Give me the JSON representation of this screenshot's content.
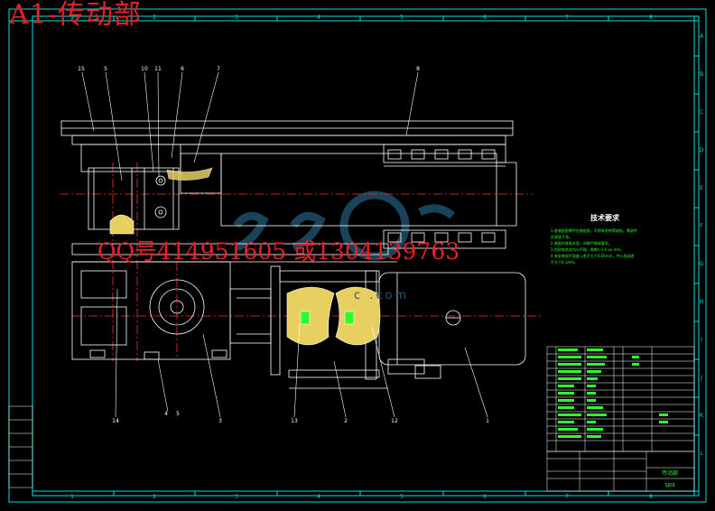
{
  "title": "A1-传动部",
  "watermark_contact": "QQ号414951605 或1304139763",
  "watermark_url": "c .com",
  "tech_requirements": {
    "heading": "技术要求",
    "lines": [
      "1.各装配图零件在装配前，不得有毛刺等缺陷。零部件",
      "应清洗干净。",
      "2.装配时各配合面，间隙严格按要求。",
      "3.齿轮啮合应均匀平稳，侧隙小于0.xx mm。",
      "4.各安装面平面度公差不大于0.05mm，中心线误差",
      "不大于0.1mm。"
    ]
  },
  "colors": {
    "background": "#000000",
    "lines": "#ffffff",
    "frame": "#00e0e0",
    "centerline": "#ff3030",
    "text_green": "#2dff2d",
    "highlight": "#e8d060",
    "watermark_red": "#e8202a"
  },
  "grid_top": [
    "1",
    "2",
    "3",
    "4",
    "5",
    "6",
    "7",
    "8"
  ],
  "grid_side": [
    "A",
    "B",
    "C",
    "D",
    "E",
    "F",
    "G",
    "H",
    "I",
    "J",
    "K",
    "L"
  ],
  "callouts_top": [
    "15",
    "5",
    "10",
    "11",
    "6",
    "7",
    "8"
  ],
  "callouts_bottom": [
    "14",
    "4",
    "5",
    "3",
    "13",
    "2",
    "12",
    "1"
  ],
  "title_block": {
    "name": "传动部",
    "drawing_no": "SJ09"
  }
}
